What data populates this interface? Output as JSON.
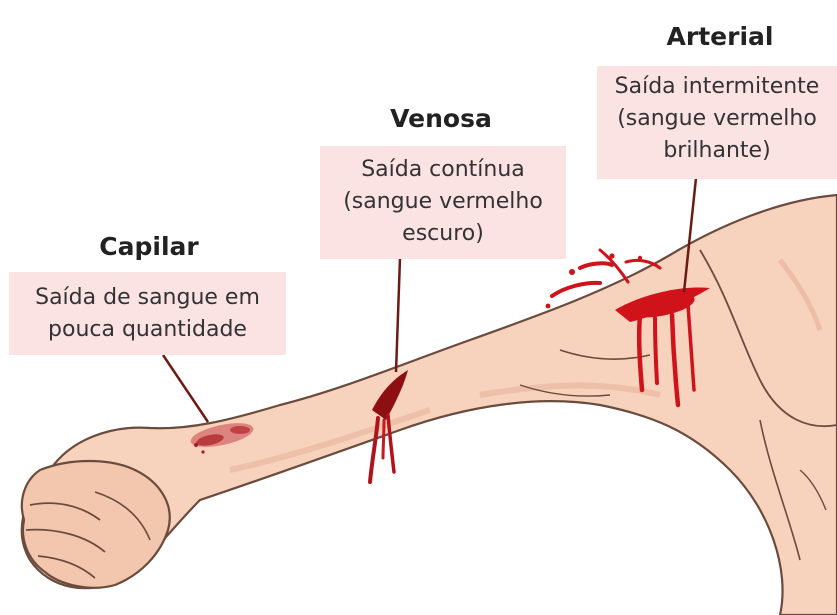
{
  "labels": {
    "capilar": {
      "title": "Capilar",
      "lines": [
        "Saída de sangue em",
        "pouca quantidade"
      ]
    },
    "venosa": {
      "title": "Venosa",
      "lines": [
        "Saída contínua",
        "(sangue vermelho",
        "escuro)"
      ]
    },
    "arterial": {
      "title": "Arterial",
      "lines": [
        "Saída intermitente",
        "(sangue vermelho",
        "brilhante)"
      ]
    }
  },
  "colors": {
    "label_box": "#fbe3e4",
    "skin": "#f7d2bd",
    "skin_shadow": "#e8b39b",
    "blood": "#d0121b",
    "dark_blood": "#8e0f12",
    "leader_line": "#6b1a14"
  }
}
